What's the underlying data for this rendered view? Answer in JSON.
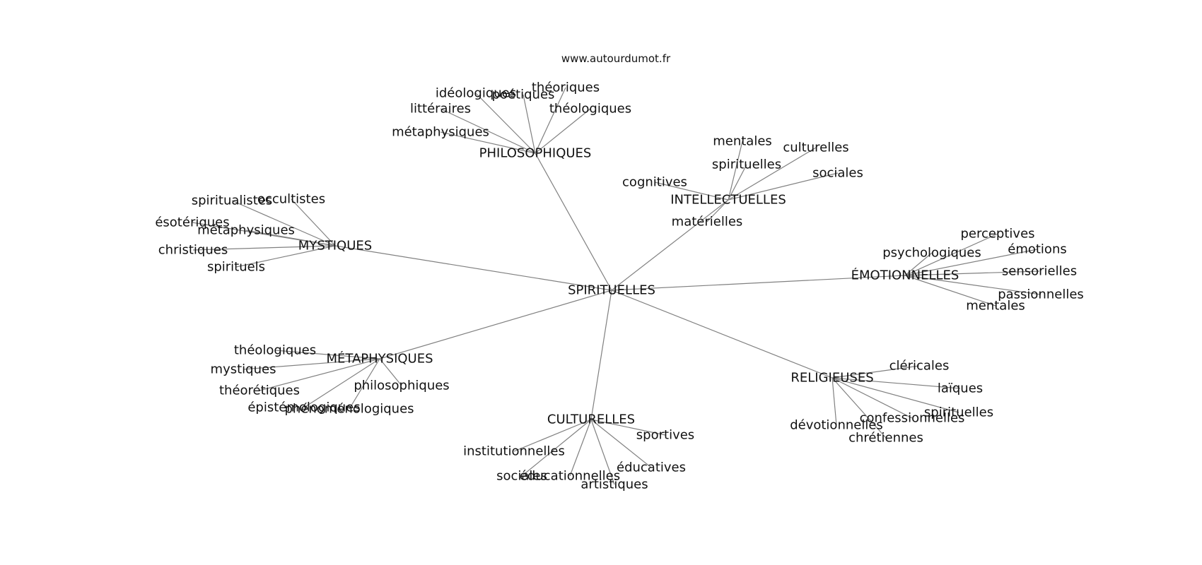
{
  "site": "www.autourdumot.fr",
  "root": "SPIRITUELLES",
  "groups": [
    {
      "label": "PHILOSOPHIQUES",
      "children": [
        "théoriques",
        "idéologiques",
        "poétiques",
        "littéraires",
        "théologiques",
        "métaphysiques"
      ]
    },
    {
      "label": "INTELLECTUELLES",
      "children": [
        "mentales",
        "culturelles",
        "spirituelles",
        "sociales",
        "cognitives",
        "matérielles"
      ]
    },
    {
      "label": "MYSTIQUES",
      "children": [
        "spiritualistes",
        "occultistes",
        "ésotériques",
        "métaphysiques",
        "christiques",
        "spirituels"
      ]
    },
    {
      "label": "ÉMOTIONNELLES",
      "children": [
        "perceptives",
        "psychologiques",
        "émotions",
        "sensorielles",
        "passionnelles",
        "mentales"
      ]
    },
    {
      "label": "MÉTAPHYSIQUES",
      "children": [
        "théologiques",
        "mystiques",
        "théorétiques",
        "philosophiques",
        "épistémologiques",
        "phénoménologiques"
      ]
    },
    {
      "label": "RELIGIEUSES",
      "children": [
        "cléricales",
        "laïques",
        "spirituelles",
        "confessionnelles",
        "dévotionnelles",
        "chrétiennes"
      ]
    },
    {
      "label": "CULTURELLES",
      "children": [
        "sportives",
        "institutionnelles",
        "éducatives",
        "sociales",
        "éducationnelles",
        "artistiques"
      ]
    }
  ]
}
